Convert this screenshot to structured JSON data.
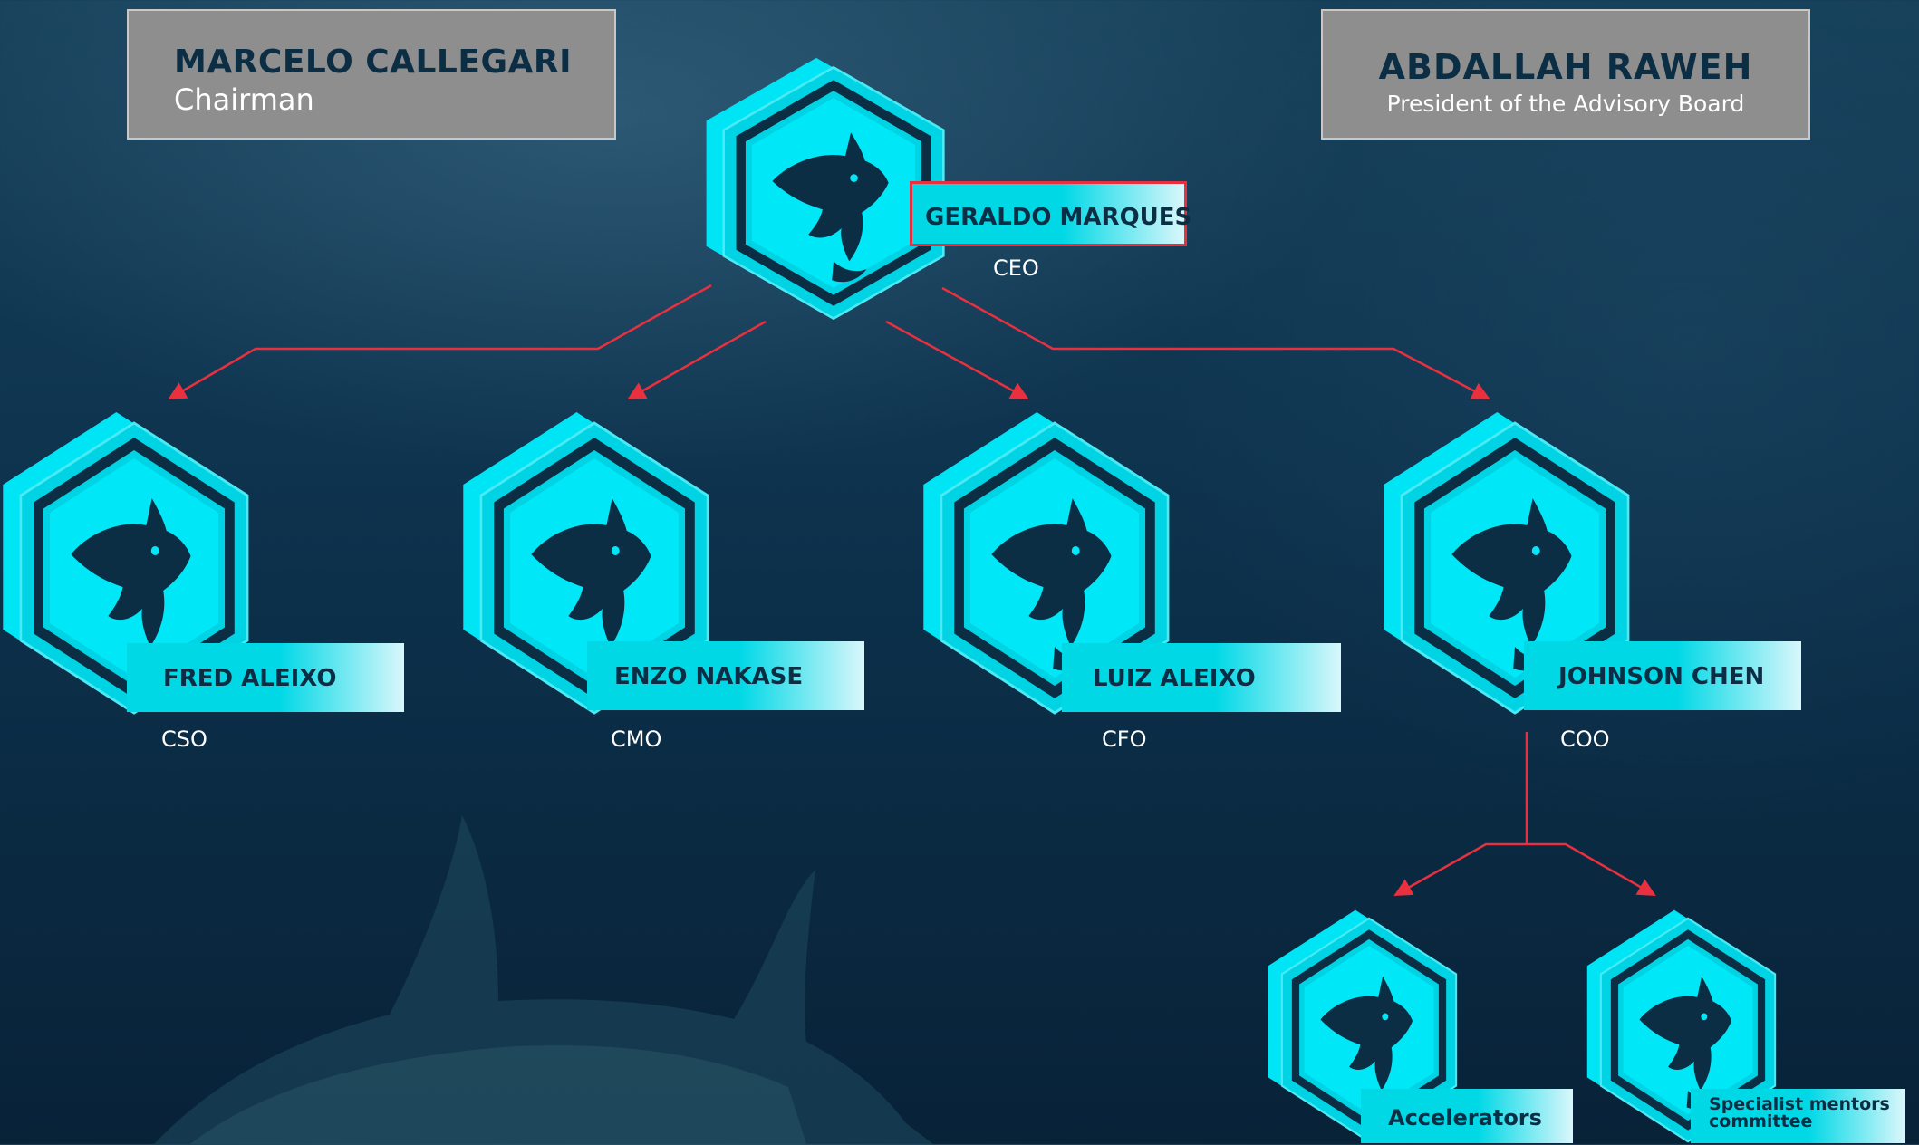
{
  "board": {
    "chairman": {
      "name": "MARCELO CALLEGARI",
      "role": "Chairman"
    },
    "advisory": {
      "name": "ABDALLAH RAWEH",
      "role": "President of the Advisory Board"
    }
  },
  "ceo": {
    "name": "GERALDO MARQUES",
    "role": "CEO"
  },
  "executives": [
    {
      "name": "FRED ALEIXO",
      "role": "CSO"
    },
    {
      "name": "ENZO NAKASE",
      "role": "CMO"
    },
    {
      "name": "LUIZ ALEIXO",
      "role": "CFO"
    },
    {
      "name": "JOHNSON CHEN",
      "role": "COO"
    }
  ],
  "coo_units": [
    {
      "name": "Accelerators"
    },
    {
      "name": "Specialist mentors committee"
    }
  ],
  "colors": {
    "hex_fill": "#00e5f5",
    "hex_border": "#0b2e45",
    "connector": "#e8303e",
    "label_text": "#0b2e45"
  },
  "icon": "shark-logo-icon"
}
